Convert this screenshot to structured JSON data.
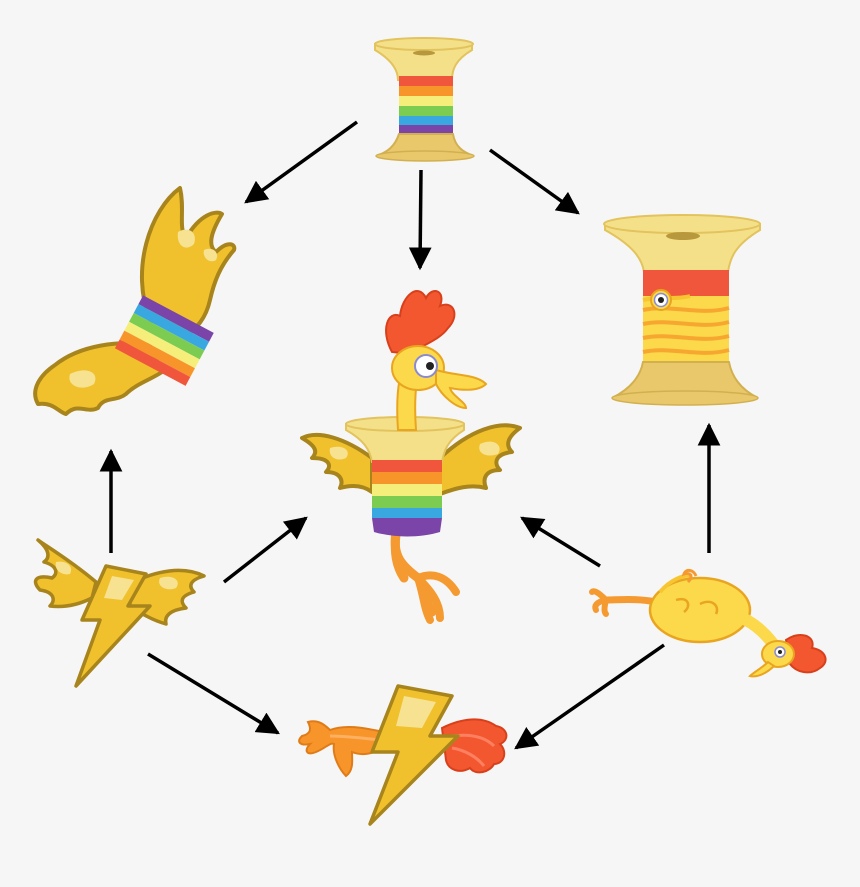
{
  "diagram": {
    "background": "#f6f6f6",
    "arrow_color": "#000000",
    "nodes": [
      {
        "id": "spool-rainbow",
        "icon": "rainbow-thread-spool-icon"
      },
      {
        "id": "wings-rainbow-band",
        "icon": "rainbow-banded-wings-icon"
      },
      {
        "id": "spool-yellow-eye",
        "icon": "yellow-thread-spool-icon"
      },
      {
        "id": "chicken-spool-hybrid",
        "icon": "chicken-spool-hybrid-icon"
      },
      {
        "id": "winged-lightning",
        "icon": "winged-lightning-bolt-icon"
      },
      {
        "id": "rubber-chicken",
        "icon": "rubber-chicken-icon"
      },
      {
        "id": "lightning-feet",
        "icon": "lightning-bolt-chicken-feet-icon"
      }
    ],
    "edges": [
      {
        "from": "spool-rainbow",
        "to": "wings-rainbow-band"
      },
      {
        "from": "spool-rainbow",
        "to": "chicken-spool-hybrid"
      },
      {
        "from": "spool-rainbow",
        "to": "spool-yellow-eye"
      },
      {
        "from": "winged-lightning",
        "to": "wings-rainbow-band"
      },
      {
        "from": "winged-lightning",
        "to": "chicken-spool-hybrid"
      },
      {
        "from": "winged-lightning",
        "to": "lightning-feet"
      },
      {
        "from": "rubber-chicken",
        "to": "chicken-spool-hybrid"
      },
      {
        "from": "rubber-chicken",
        "to": "spool-yellow-eye"
      },
      {
        "from": "rubber-chicken",
        "to": "lightning-feet"
      }
    ],
    "colors": {
      "spool_wood": "#e9c86c",
      "spool_top": "#f5e08a",
      "gold": "#f0c12c",
      "gold_dark": "#a8841c",
      "gold_light": "#f7e292",
      "red": "#f0563c",
      "orange": "#f7942a",
      "yellow_band": "#f6ee7a",
      "green": "#7dcc52",
      "blue": "#3aa8e0",
      "purple": "#7a44a8",
      "chicken_yellow": "#fbd94a",
      "chicken_orange": "#f59a30",
      "comb_red": "#f2572f"
    }
  }
}
